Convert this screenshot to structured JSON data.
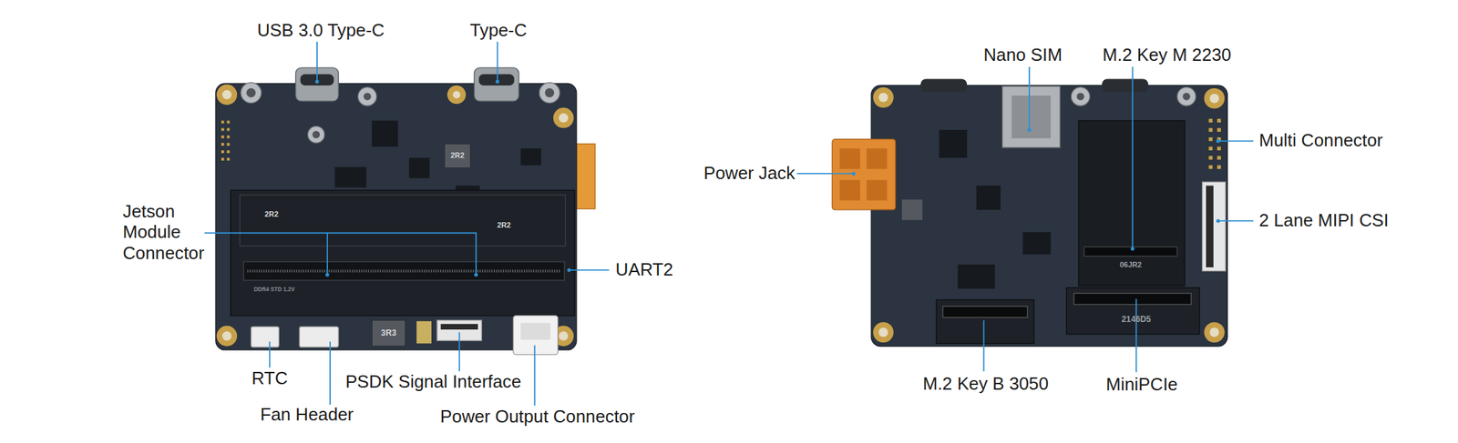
{
  "diagram": {
    "labels": [
      "USB 3.0 Type-C",
      "Type-C",
      "Jetson Module Connector",
      "UART2",
      "RTC",
      "Fan Header",
      "PSDK Signal Interface",
      "Power Output Connector",
      "Nano SIM",
      "M.2 Key M 2230",
      "Power Jack",
      "Multi Connector",
      "2 Lane MIPI CSI",
      "M.2 Key B 3050",
      "MiniPCIe",
      "2R2",
      "2R2",
      "2R2",
      "3R3",
      "DDR4 STD 1.2V",
      "06JR2",
      "2146D5"
    ]
  }
}
